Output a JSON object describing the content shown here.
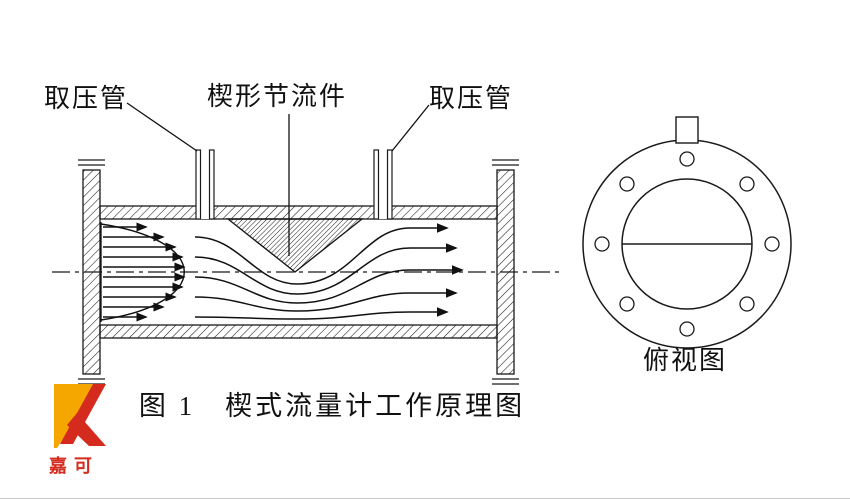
{
  "diagram": {
    "labels": {
      "left_tap": "取压管",
      "wedge": "楔形节流件",
      "right_tap": "取压管",
      "top_view": "俯视图"
    },
    "caption": "图 1　楔式流量计工作原理图",
    "logo": {
      "text": "嘉可",
      "red": "#d42b1e",
      "yellow": "#f5a700"
    },
    "line_color": "#1a1a1a"
  }
}
